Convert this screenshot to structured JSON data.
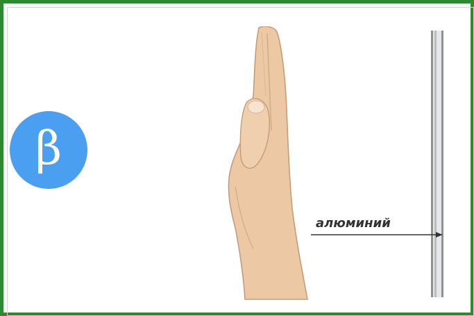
{
  "particle_symbol": "β",
  "material_label": "алюминий",
  "colors": {
    "frame_border": "#2f8a2f",
    "particle_circle": "#4a9ff0",
    "beam_dark": "#1f6f73",
    "beam_light": "#4fc6c0",
    "skin": "#ecc8a4",
    "foil": "#bfc0c2"
  },
  "icons": [
    "beta-particle-icon",
    "radiation-beam",
    "hand-illustration",
    "aluminium-foil"
  ]
}
